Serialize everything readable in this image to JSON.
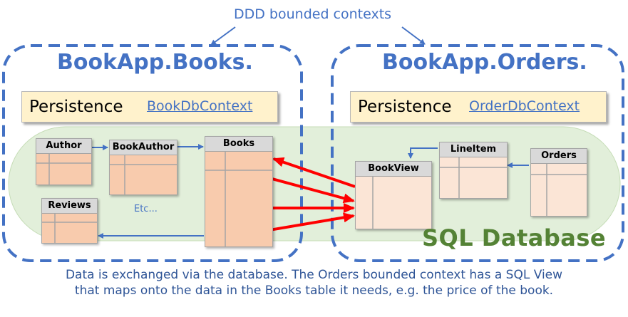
{
  "banner": {
    "text": "DDD bounded contexts"
  },
  "contexts": {
    "books": {
      "title": "BookApp.Books.",
      "persistence_label": "Persistence",
      "dbcontext_link": "BookDbContext"
    },
    "orders": {
      "title": "BookApp.Orders.",
      "persistence_label": "Persistence",
      "dbcontext_link": "OrderDbContext"
    }
  },
  "tables": {
    "author": "Author",
    "book_author": "BookAuthor",
    "books": "Books",
    "reviews": "Reviews",
    "book_view": "BookView",
    "line_item": "LineItem",
    "orders": "Orders"
  },
  "etc_label": "Etc...",
  "database_label": "SQL Database",
  "caption": {
    "line1": "Data is exchanged via the database. The Orders bounded context has a SQL View",
    "line2": "that maps onto the data in the Books table it needs, e.g. the price of the book."
  },
  "colors": {
    "accent_blue": "#4472c4",
    "arrow_red": "#ff0000",
    "database_fill": "#e2efda",
    "database_text": "#548235",
    "table_fill": "#f8cbad",
    "persistence_fill": "#fff2cc"
  }
}
